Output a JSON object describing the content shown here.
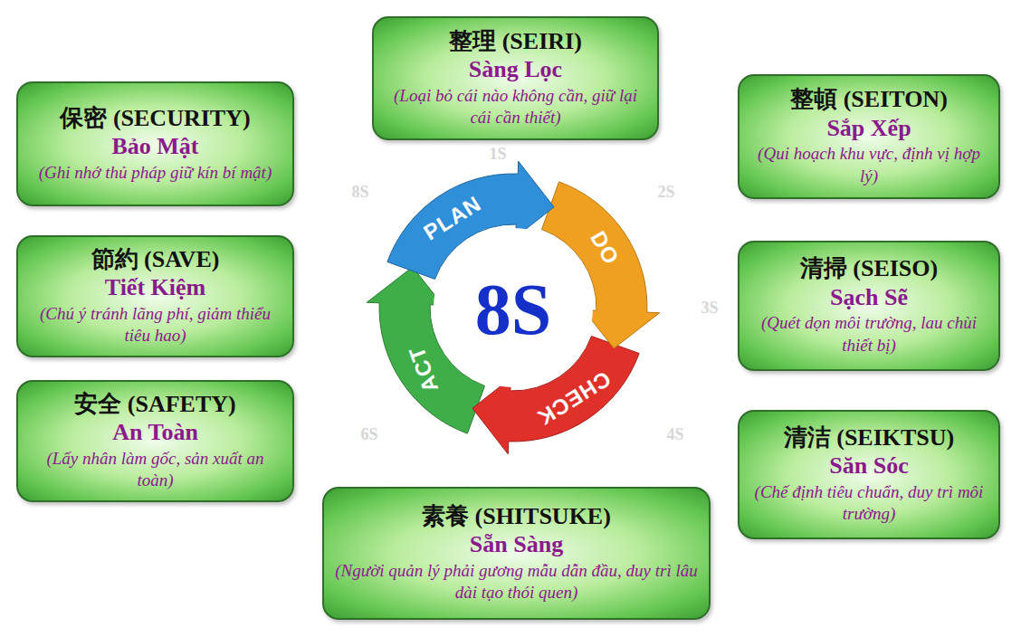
{
  "diagram": {
    "nodes": [
      {
        "text": [
          "整理 (SEIRI)",
          "Sàng Lọc",
          "(Loại bỏ cái nào không cần, giữ lại cái cần thiết)"
        ]
      },
      {
        "text": [
          "整頓 (SEITON)",
          "Sắp Xếp",
          "(Qui hoạch khu vực, định vị hợp lý)"
        ]
      },
      {
        "text": [
          "清掃 (SEISO)",
          "Sạch Sẽ",
          "(Quét dọn môi trường, lau chùi thiết bị)"
        ]
      },
      {
        "text": [
          "清洁 (SEIKTSU)",
          "Săn Sóc",
          "(Chế định tiêu chuẩn, duy trì môi trường)"
        ]
      },
      {
        "text": [
          "素養 (SHITSUKE)",
          "Sẵn Sàng",
          "(Người quản lý phải gương mẫu dẫn đầu, duy trì lâu dài tạo thói quen)"
        ]
      },
      {
        "text": [
          "安全 (SAFETY)",
          "An Toàn",
          "(Lấy nhân làm gốc, sản xuất an toàn)"
        ]
      },
      {
        "text": [
          "節約 (SAVE)",
          "Tiết Kiệm",
          "(Chú ý tránh lãng phí, giảm thiểu tiêu hao)"
        ]
      },
      {
        "text": [
          "保密 (SECURITY)",
          "Bảo Mật",
          "(Ghi nhớ thủ pháp giữ kín bí mật)"
        ]
      }
    ],
    "labels": [
      "PLAN",
      "DO",
      "CHECK",
      "ACT",
      "8S",
      "1S",
      "2S",
      "3S",
      "4S",
      "6S",
      "8S"
    ]
  }
}
